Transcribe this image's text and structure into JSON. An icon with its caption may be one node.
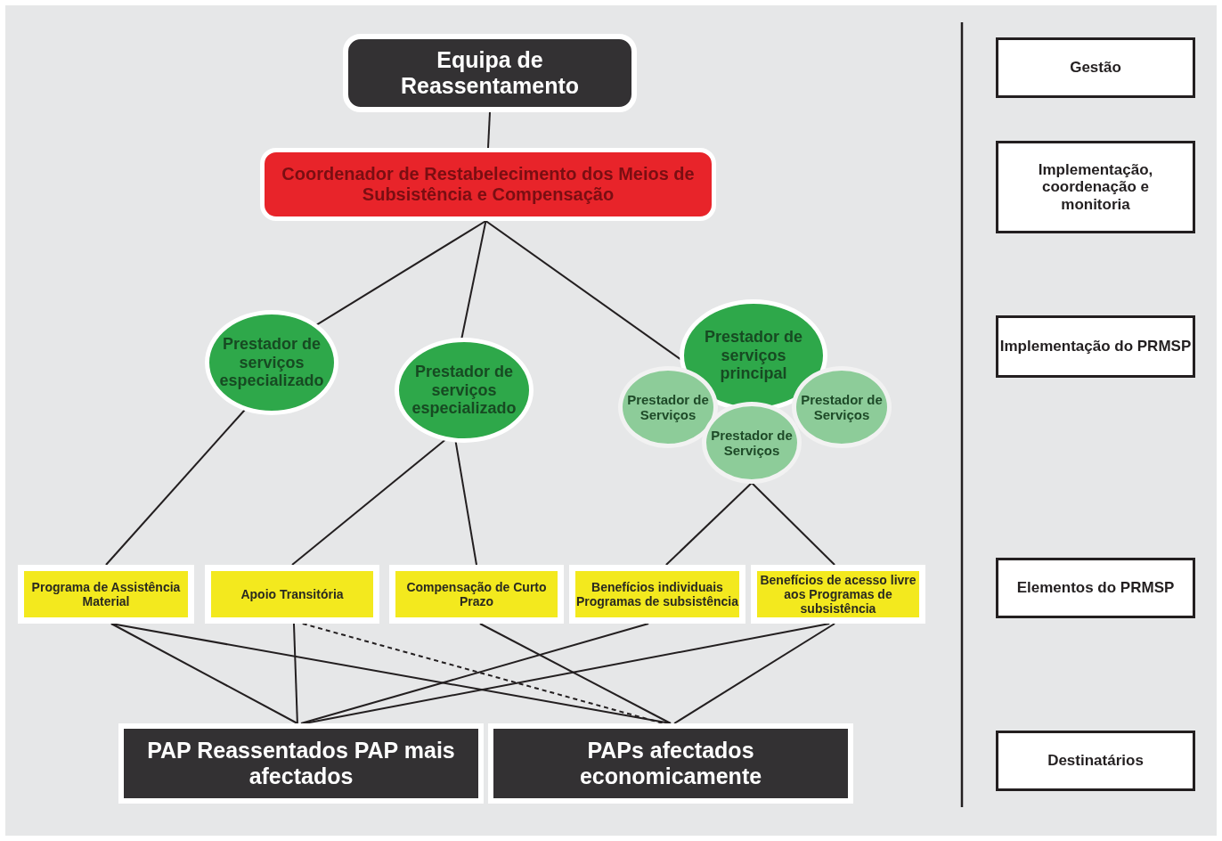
{
  "diagram": {
    "nodes": [
      {
        "text": [
          "Equipa de Reassentamento"
        ]
      },
      {
        "text": [
          "Coordenador de Restabelecimento dos Meios de Subsistência e Compensação"
        ]
      },
      {
        "text": [
          "Prestador de serviços especializado"
        ]
      },
      {
        "text": [
          "Prestador de serviços especializado"
        ]
      },
      {
        "text": [
          "Prestador de serviços principal"
        ]
      },
      {
        "text": [
          "Prestador de Serviços"
        ]
      },
      {
        "text": [
          "Prestador de Serviços"
        ]
      },
      {
        "text": [
          "Prestador de Serviços"
        ]
      },
      {
        "text": [
          "Programa de Assistência Material"
        ]
      },
      {
        "text": [
          "Apoio Transitória"
        ]
      },
      {
        "text": [
          "Compensação de Curto Prazo"
        ]
      },
      {
        "text": [
          "Benefícios individuais Programas de subsistência"
        ]
      },
      {
        "text": [
          "Benefícios de acesso livre aos Programas de subsistência"
        ]
      },
      {
        "text": [
          "PAP Reassentados PAP mais afectados"
        ]
      },
      {
        "text": [
          "PAPs afectados economicamente"
        ]
      },
      {
        "text": [
          "Gestão"
        ]
      },
      {
        "text": [
          "Implementação, coordenação e monitoria"
        ]
      },
      {
        "text": [
          "Implementação do PRMSP"
        ]
      },
      {
        "text": [
          "Elementos do PRMSP"
        ]
      },
      {
        "text": [
          "Destinatários"
        ]
      }
    ],
    "edges": [
      {
        "from": 0,
        "to": 1,
        "arrow": "none"
      },
      {
        "from": 1,
        "to": 2,
        "arrow": "none"
      },
      {
        "from": 1,
        "to": 3,
        "arrow": "none"
      },
      {
        "from": 1,
        "to": 4,
        "arrow": "none"
      },
      {
        "from": 2,
        "to": 8,
        "arrow": "none"
      },
      {
        "from": 3,
        "to": 9,
        "arrow": "none"
      },
      {
        "from": 3,
        "to": 10,
        "arrow": "none"
      },
      {
        "from": 7,
        "to": 11,
        "arrow": "none"
      },
      {
        "from": 7,
        "to": 12,
        "arrow": "none"
      },
      {
        "from": 8,
        "to": 13,
        "arrow": "none"
      },
      {
        "from": 8,
        "to": 14,
        "arrow": "none"
      },
      {
        "from": 9,
        "to": 13,
        "arrow": "none"
      },
      {
        "from": 9,
        "to": 14,
        "arrow": "none",
        "style": "dashed"
      },
      {
        "from": 10,
        "to": 14,
        "arrow": "none"
      },
      {
        "from": 11,
        "to": 13,
        "arrow": "none"
      },
      {
        "from": 12,
        "to": 13,
        "arrow": "none"
      },
      {
        "from": 12,
        "to": 14,
        "arrow": "none"
      }
    ]
  }
}
